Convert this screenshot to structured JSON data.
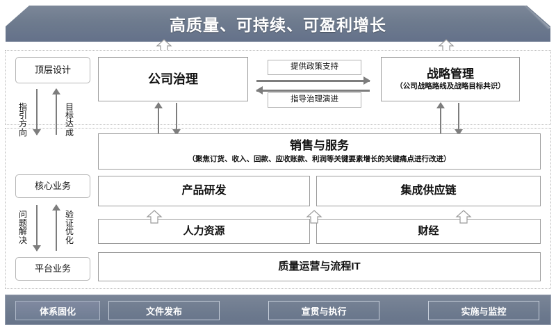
{
  "banner": {
    "title": "高质量、可持续、可盈利增长",
    "color": "#6e7b8e"
  },
  "top_layer": {
    "side_label": "顶层设计",
    "governance": {
      "title": "公司治理"
    },
    "strategy": {
      "title": "战略管理",
      "subtitle": "（公司战略路线及战略目标共识）"
    },
    "connector_labels": {
      "policy_support": "提供政策支持",
      "guide_evolution": "指导治理演进"
    }
  },
  "left_rail": {
    "guide_direction": "指引方向",
    "goal_achievement": "目标达成",
    "core_business": "核心业务",
    "problem_solving": "问题解决",
    "validate_optimize": "验证优化",
    "platform_business": "平台业务"
  },
  "core_layer": {
    "sales": {
      "title": "销售与服务",
      "subtitle": "（聚焦订货、收入、回款、应收账款、利润等关键要素增长的关键痛点进行改进）"
    },
    "rnd": "产品研发",
    "supply_chain": "集成供应链",
    "hr": "人力资源",
    "finance": "财经",
    "quality_it": "质量运营与流程IT"
  },
  "bottom_bar": {
    "items": [
      {
        "label": "体系固化"
      },
      {
        "label": "文件发布"
      },
      {
        "label": "宣贯与执行"
      },
      {
        "label": "实施与监控"
      }
    ],
    "color": "#6d7a8e"
  },
  "icons": {
    "arrow_up": "block-arrow-up-icon",
    "arrow_down": "line-arrow-down-icon",
    "arrow_right": "line-arrow-right-icon",
    "arrow_left": "line-arrow-left-icon"
  }
}
